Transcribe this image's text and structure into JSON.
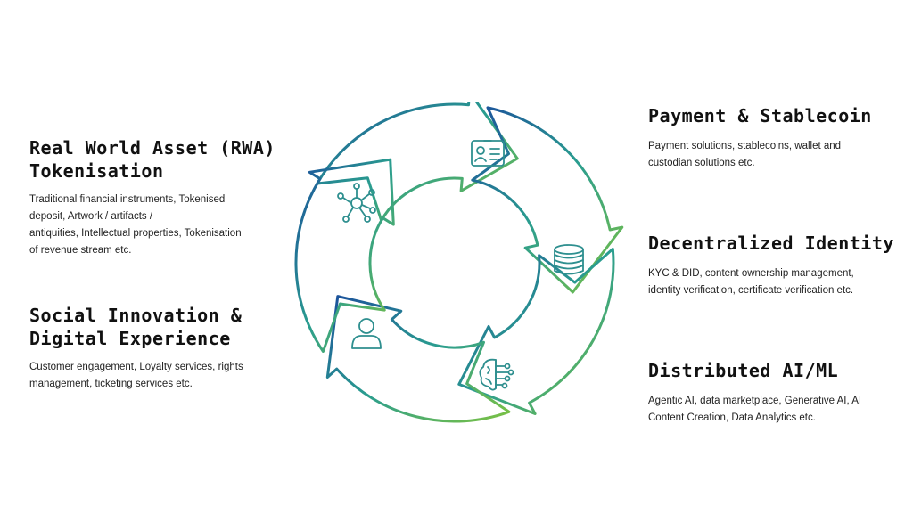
{
  "left": {
    "rwa": {
      "title_line1": "Real World Asset (RWA)",
      "title_line2": "Tokenisation",
      "desc_line1": "Traditional financial instruments, Tokenised",
      "desc_line2": "deposit, Artwork / artifacts /",
      "desc_line3": "antiquities, Intellectual properties, Tokenisation",
      "desc_line4": "of revenue stream etc."
    },
    "social": {
      "title_line1": "Social Innovation &",
      "title_line2": "Digital Experience",
      "desc_line1": "Customer engagement, Loyalty services, rights",
      "desc_line2": "management, ticketing services etc."
    }
  },
  "right": {
    "payment": {
      "title": "Payment & Stablecoin",
      "desc_line1": "Payment solutions, stablecoins, wallet and",
      "desc_line2": "custodian solutions etc."
    },
    "identity": {
      "title": "Decentralized Identity",
      "desc_line1": "KYC & DID, content ownership management,",
      "desc_line2": "identity verification, certificate verification etc."
    },
    "ai": {
      "title": "Distributed AI/ML",
      "desc_line1": "Agentic AI, data marketplace, Generative AI, AI",
      "desc_line2": "Content Creation, Data Analytics etc."
    }
  },
  "cycle": {
    "gradient_start": "#1b4f9c",
    "gradient_mid": "#2a9d8f",
    "gradient_end": "#7cc242",
    "icon_color": "#2e8f8f",
    "icons": [
      "network-icon",
      "id-card-icon",
      "coins-icon",
      "ai-brain-icon",
      "user-icon"
    ]
  }
}
